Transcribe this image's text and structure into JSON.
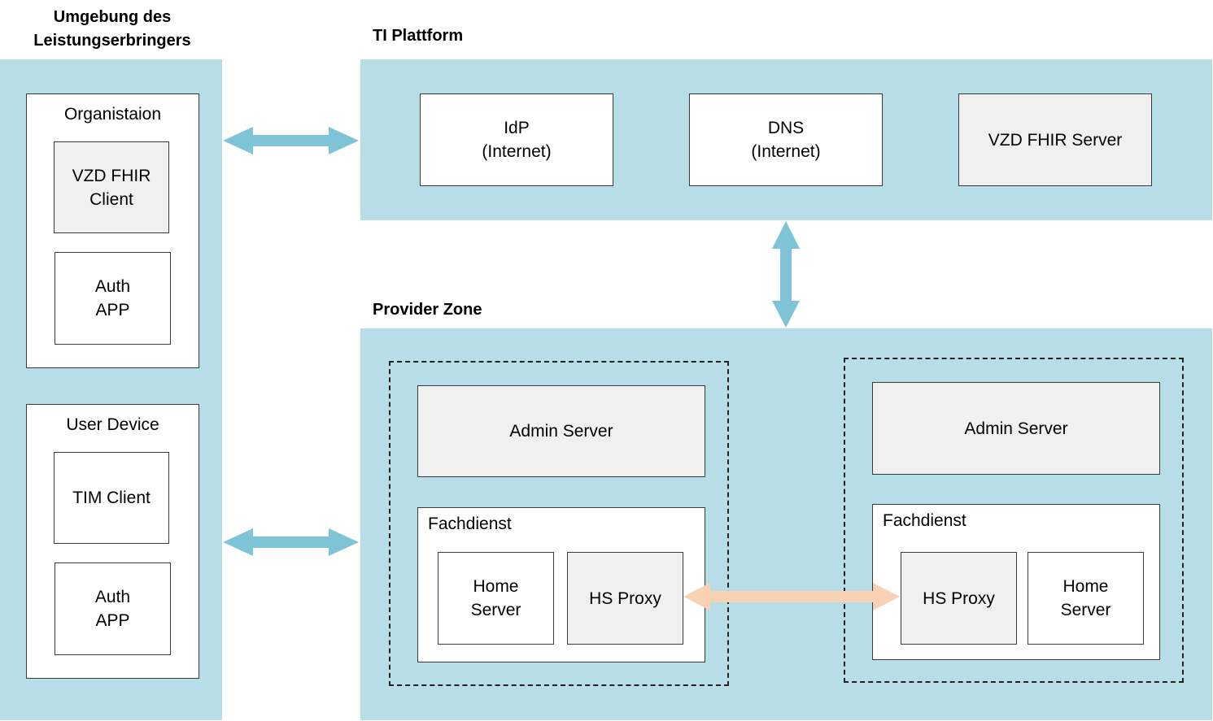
{
  "environment": {
    "title": "Umgebung des\nLeistungserbringers",
    "organisation": {
      "title": "Organistaion",
      "vzd_client": "VZD FHIR\nClient",
      "auth_app": "Auth\nAPP"
    },
    "user_device": {
      "title": "User Device",
      "tim_client": "TIM Client",
      "auth_app": "Auth\nAPP"
    }
  },
  "ti_platform": {
    "title": "TI Plattform",
    "idp": "IdP\n(Internet)",
    "dns": "DNS\n(Internet)",
    "vzd_server": "VZD FHIR Server"
  },
  "provider_zone": {
    "title": "Provider Zone",
    "left": {
      "admin_server": "Admin Server",
      "fachdienst": "Fachdienst",
      "home_server": "Home\nServer",
      "hs_proxy": "HS Proxy"
    },
    "right": {
      "admin_server": "Admin Server",
      "fachdienst": "Fachdienst",
      "hs_proxy": "HS Proxy",
      "home_server": "Home\nServer"
    }
  },
  "colors": {
    "zone": "#b7dde6",
    "arrow_blue": "#7fc4d6",
    "arrow_peach": "#f9d1b5",
    "grey_box": "#f0f0f0"
  }
}
